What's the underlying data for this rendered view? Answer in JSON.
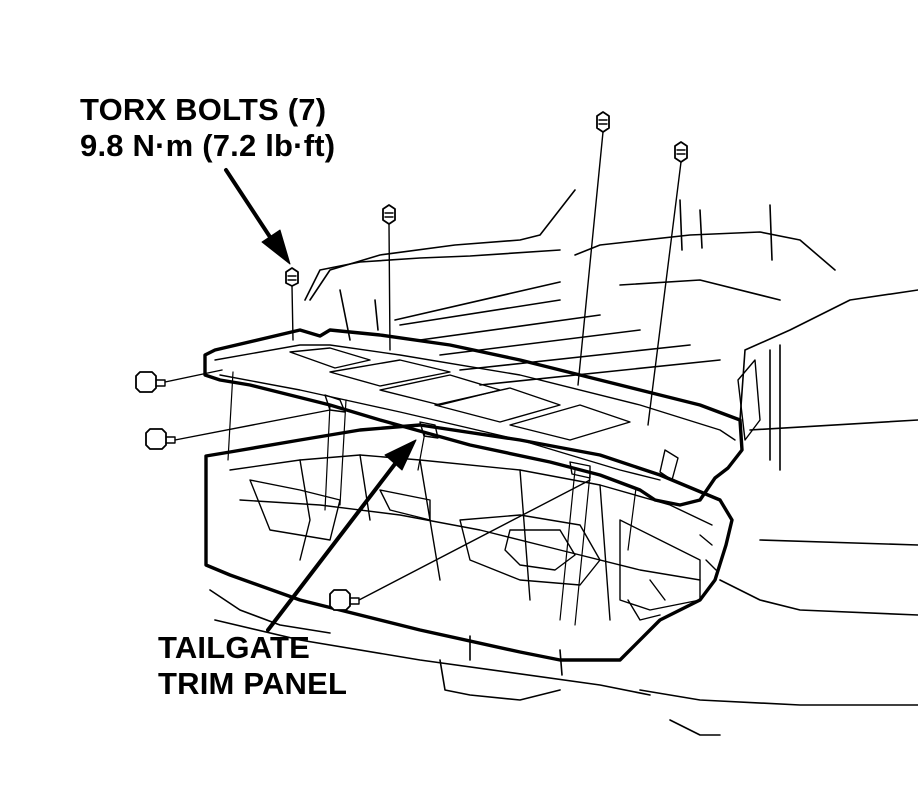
{
  "callouts": {
    "bolts": {
      "line1": "TORX BOLTS (7)",
      "line2": "9.8 N·m (7.2 lb·ft)"
    },
    "panel": {
      "line1": "TAILGATE",
      "line2": "TRIM PANEL"
    }
  },
  "colors": {
    "ink": "#000000",
    "background": "#ffffff"
  }
}
